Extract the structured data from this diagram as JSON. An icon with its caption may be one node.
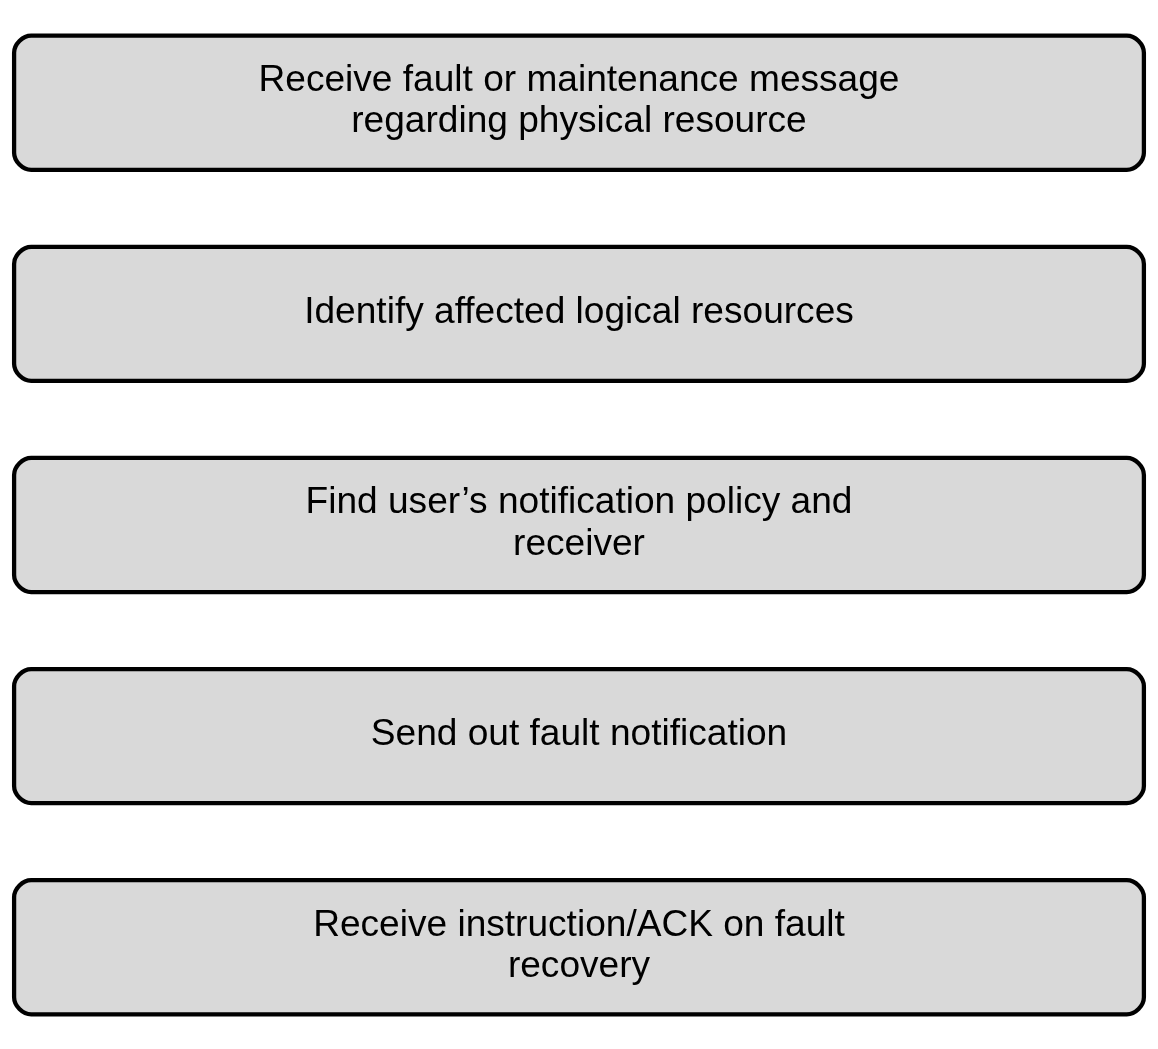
{
  "diagram": {
    "nodes": [
      {
        "text": [
          "Receive fault or maintenance message regarding physical resource"
        ]
      },
      {
        "text": [
          "Identify affected logical resources"
        ]
      },
      {
        "text": [
          "Find user’s notification policy and receiver"
        ]
      },
      {
        "text": [
          "Send out fault notification"
        ]
      },
      {
        "text": [
          "Receive instruction/ACK on fault recovery"
        ]
      }
    ]
  }
}
